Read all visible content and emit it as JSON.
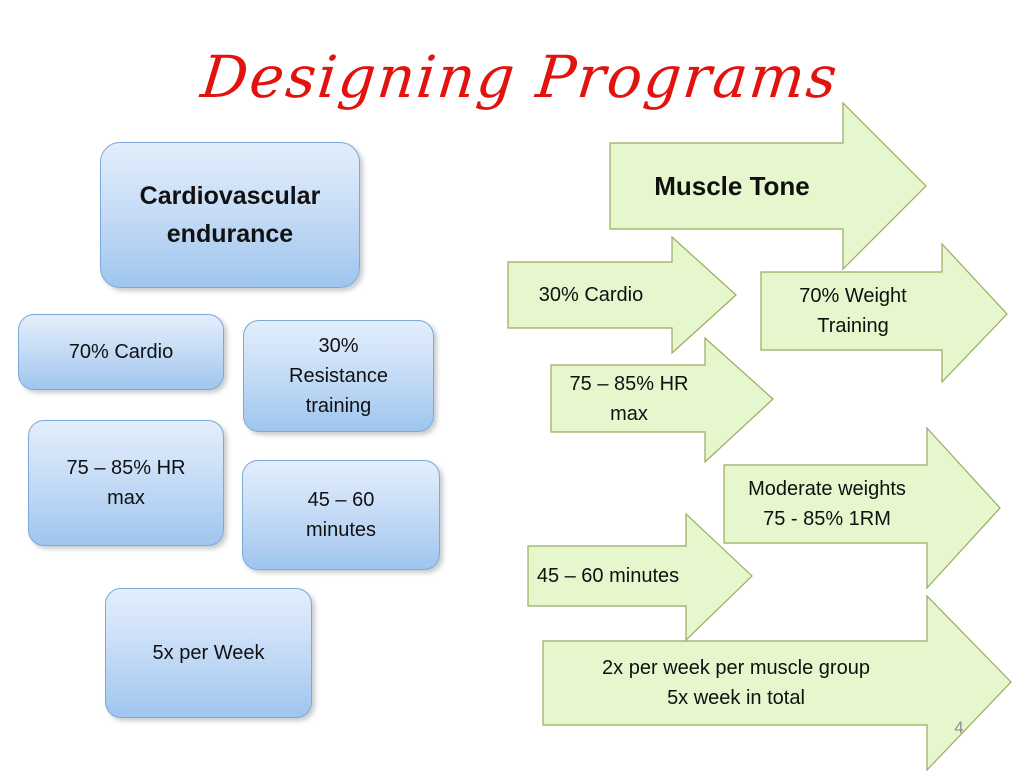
{
  "slide": {
    "title": "Designing Programs",
    "title_color": "#e2120e",
    "number": "4",
    "background": "#ffffff"
  },
  "theme": {
    "box_fill_top": "#e2eefb",
    "box_fill_bottom": "#9ec6ef",
    "box_border": "#7ea9d6",
    "arrow_fill": "#e6f6cd",
    "arrow_border": "#9aab5c",
    "text_color": "#111111"
  },
  "cardio_column": {
    "heading": "Cardiovascular endurance",
    "boxes": [
      {
        "label": "70% Cardio"
      },
      {
        "label": "30%\nResistance\ntraining"
      },
      {
        "label": "75 – 85% HR\nmax"
      },
      {
        "label": "45 – 60\nminutes"
      },
      {
        "label": "5x per Week"
      }
    ]
  },
  "muscle_column": {
    "heading": "Muscle Tone",
    "arrows": [
      {
        "label": "30%  Cardio"
      },
      {
        "label": "70% Weight\nTraining"
      },
      {
        "label": "75 – 85% HR\nmax"
      },
      {
        "label": "Moderate weights\n75 - 85% 1RM"
      },
      {
        "label": "45 – 60 minutes"
      },
      {
        "label": "2x per week per muscle group\n5x week in total"
      }
    ]
  }
}
